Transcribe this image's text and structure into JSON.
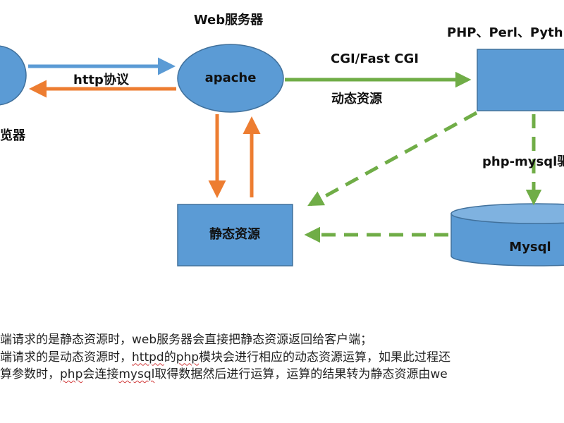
{
  "colors": {
    "node_fill": "#5b9bd5",
    "node_stroke": "#41719c",
    "blue_arrow": "#5b9bd5",
    "orange_arrow": "#ed7d31",
    "green_dashed": "#70ad47"
  },
  "nodes": {
    "browser": {
      "label": "",
      "caption_fragment": "览器"
    },
    "apache": {
      "label": "apache",
      "caption": "Web服务器"
    },
    "app": {
      "caption": "PHP、Perl、Pyth"
    },
    "static": {
      "label": "静态资源"
    },
    "mysql": {
      "label": "Mysql"
    }
  },
  "edges": {
    "http_protocol": "http协议",
    "cgi": "CGI/Fast CGI",
    "dynamic_resource": "动态资源",
    "php_mysql": "php-mysql驱"
  },
  "description": {
    "line1": [
      "端请求的是静态资源时，web服务器会直接把静态资源返回给客户端；"
    ],
    "line2_parts": [
      "端请求的是动态资源时，",
      "httpd",
      "的",
      "php",
      "模块会进行相应的动态资源运算，如果此过程还"
    ],
    "line3_parts": [
      "算参数时，",
      "php",
      "会连接",
      "mysql",
      "取得数据然后进行运算，运算的结果转为静态资源由",
      "we"
    ]
  }
}
